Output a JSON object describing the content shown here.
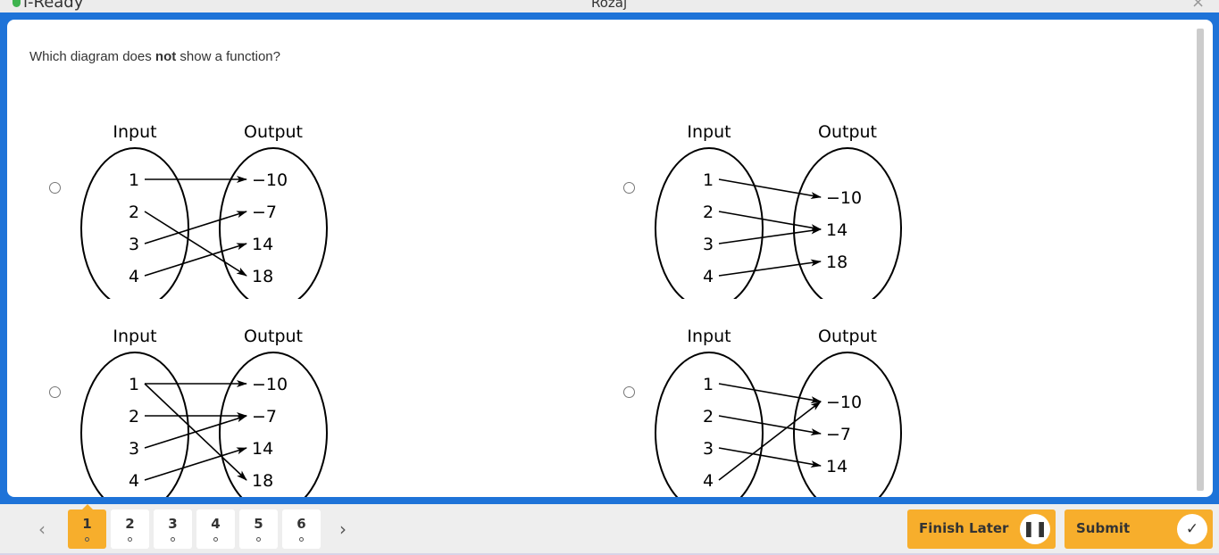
{
  "window": {
    "app": "i-Ready",
    "title": "Rozaj"
  },
  "question": {
    "prefix": "Which diagram does ",
    "bold": "not",
    "suffix": " show a function?"
  },
  "diagrams": [
    {
      "input_label": "Input",
      "output_label": "Output",
      "inputs": [
        "1",
        "2",
        "3",
        "4"
      ],
      "outputs": [
        "−10",
        "−7",
        "14",
        "18"
      ],
      "mappings": [
        [
          0,
          0
        ],
        [
          1,
          3
        ],
        [
          2,
          1
        ],
        [
          3,
          2
        ]
      ]
    },
    {
      "input_label": "Input",
      "output_label": "Output",
      "inputs": [
        "1",
        "2",
        "3",
        "4"
      ],
      "outputs": [
        "−10",
        "14",
        "18"
      ],
      "mappings": [
        [
          0,
          0
        ],
        [
          1,
          1
        ],
        [
          2,
          1
        ],
        [
          3,
          2
        ]
      ]
    },
    {
      "input_label": "Input",
      "output_label": "Output",
      "inputs": [
        "1",
        "2",
        "3",
        "4"
      ],
      "outputs": [
        "−10",
        "−7",
        "14",
        "18"
      ],
      "mappings": [
        [
          0,
          0
        ],
        [
          0,
          3
        ],
        [
          1,
          1
        ],
        [
          2,
          1
        ],
        [
          3,
          2
        ]
      ]
    },
    {
      "input_label": "Input",
      "output_label": "Output",
      "inputs": [
        "1",
        "2",
        "3",
        "4"
      ],
      "outputs": [
        "−10",
        "−7",
        "14"
      ],
      "mappings": [
        [
          0,
          0
        ],
        [
          1,
          1
        ],
        [
          2,
          2
        ],
        [
          3,
          0
        ]
      ]
    }
  ],
  "footer": {
    "pages": [
      "1",
      "2",
      "3",
      "4",
      "5",
      "6"
    ],
    "active_page": "1",
    "finish_later": "Finish Later",
    "submit": "Submit"
  }
}
